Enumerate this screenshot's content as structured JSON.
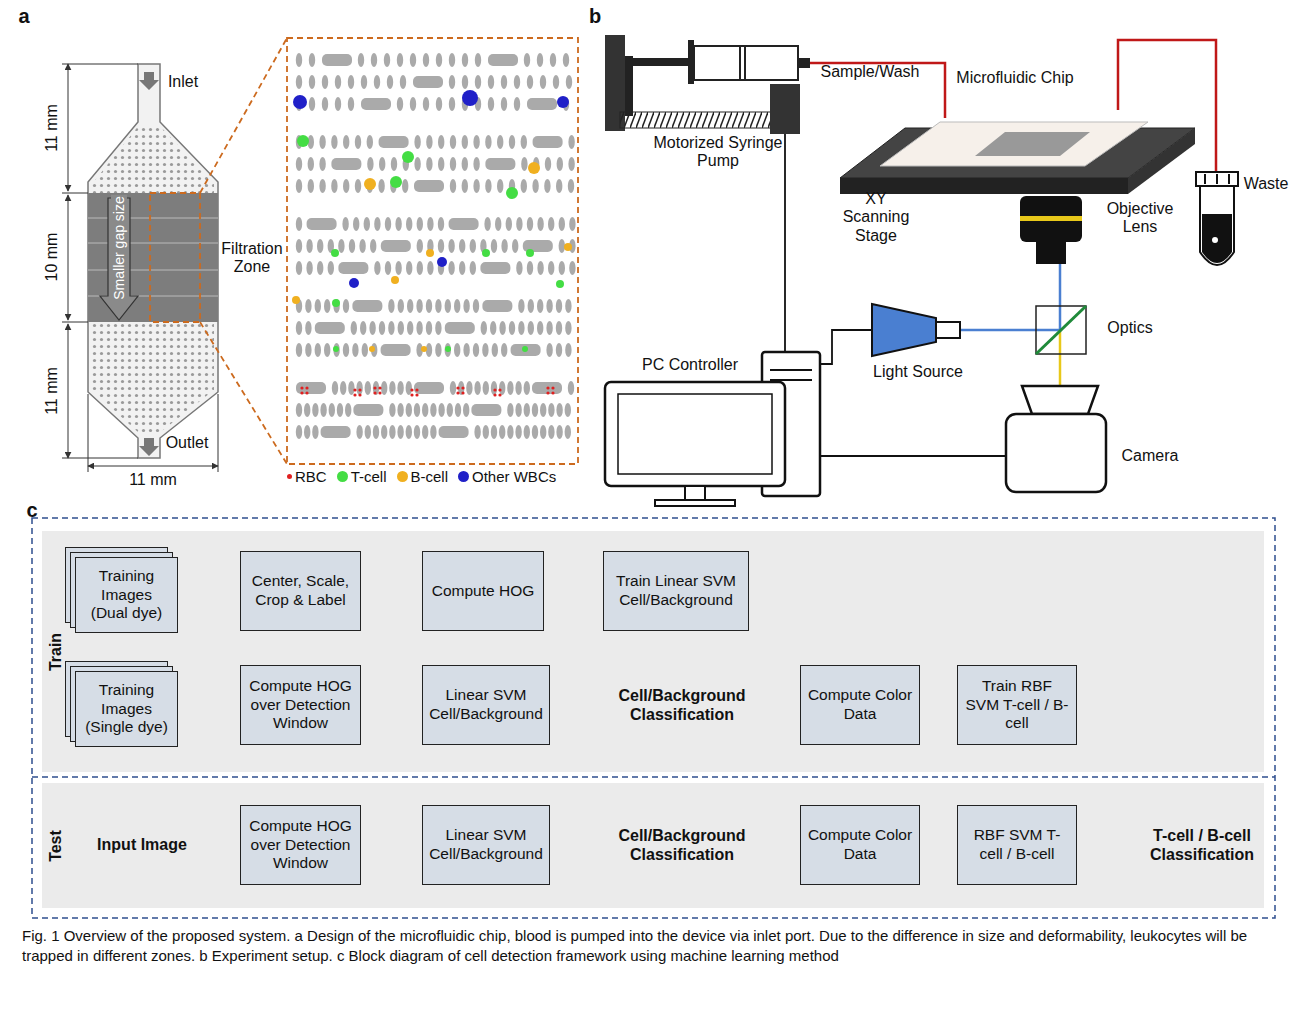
{
  "diagram": {
    "caption": "Fig. 1 Overview of the proposed system. a Design of the microfluidic chip, blood is pumped into the device via inlet port. Due to the difference in size and deformability, leukocytes will be trapped in different zones. b Experiment setup. c Block diagram of cell detection framework using machine learning method",
    "nodes": [
      {
        "text": [
          "Train"
        ]
      },
      {
        "text": [
          "Training Images (Dual dye)"
        ],
        "in": 0
      },
      {
        "text": [
          "Center, Scale, Crop & Label"
        ],
        "in": 0
      },
      {
        "text": [
          "Compute HOG"
        ],
        "in": 0
      },
      {
        "text": [
          "Train Linear SVM Cell/Background"
        ],
        "in": 0
      },
      {
        "text": [
          "Training Images (Single dye)"
        ],
        "in": 0
      },
      {
        "text": [
          "Compute HOG over Detection Window"
        ],
        "in": 0
      },
      {
        "text": [
          "Linear SVM Cell/Background"
        ],
        "in": 0
      },
      {
        "text": [
          "Cell/Background Classification"
        ],
        "in": 0
      },
      {
        "text": [
          "Compute Color Data"
        ],
        "in": 0
      },
      {
        "text": [
          "Train RBF SVM T-cell / B-cell"
        ],
        "in": 0
      },
      {
        "text": [
          "Test"
        ]
      },
      {
        "text": [
          "Input Image"
        ],
        "in": 11
      },
      {
        "text": [
          "Compute HOG over Detection Window"
        ],
        "in": 11
      },
      {
        "text": [
          "Linear SVM Cell/Background"
        ],
        "in": 11
      },
      {
        "text": [
          "Cell/Background Classification"
        ],
        "in": 11
      },
      {
        "text": [
          "Compute Color Data"
        ],
        "in": 11
      },
      {
        "text": [
          "RBF SVM T-cell / B-cell"
        ],
        "in": 11
      },
      {
        "text": [
          "T-cell / B-cell Classification"
        ],
        "in": 11
      }
    ],
    "edges": [
      {
        "from": 1,
        "to": 2,
        "arrow": "to"
      },
      {
        "from": 2,
        "to": 3,
        "arrow": "to"
      },
      {
        "from": 3,
        "to": 4,
        "arrow": "to"
      },
      {
        "from": 5,
        "to": 6,
        "arrow": "to"
      },
      {
        "from": 6,
        "to": 7,
        "arrow": "to"
      },
      {
        "from": 7,
        "to": 8,
        "arrow": "to"
      },
      {
        "from": 8,
        "to": 9,
        "arrow": "to"
      },
      {
        "from": 9,
        "to": 10,
        "arrow": "to"
      },
      {
        "from": 12,
        "to": 13,
        "arrow": "to"
      },
      {
        "from": 13,
        "to": 14,
        "arrow": "to"
      },
      {
        "from": 14,
        "to": 15,
        "arrow": "to"
      },
      {
        "from": 15,
        "to": 16,
        "arrow": "to"
      },
      {
        "from": 16,
        "to": 17,
        "arrow": "to"
      },
      {
        "from": 17,
        "to": 18,
        "arrow": "to"
      }
    ],
    "labels": [
      "a",
      "11 mm",
      "Inlet",
      "10 mm",
      "Smaller gap size",
      "Filtration Zone",
      "11 mm",
      "Outlet",
      "11 mm",
      "b",
      "Sample/Wash",
      "Microfluidic Chip",
      "Motorized Syringe Pump",
      "XY Scanning Stage",
      "Objective Lens",
      "Waste",
      "Optics",
      "PC Controller",
      "Light Source",
      "Camera",
      "c"
    ],
    "legend": [
      {
        "text": "RBC",
        "color": "#e02020"
      },
      {
        "text": "T-cell",
        "color": "#44dd44"
      },
      {
        "text": "B-cell",
        "color": "#f0b020"
      },
      {
        "text": "Other WBCs",
        "color": "#2020c8"
      }
    ]
  }
}
